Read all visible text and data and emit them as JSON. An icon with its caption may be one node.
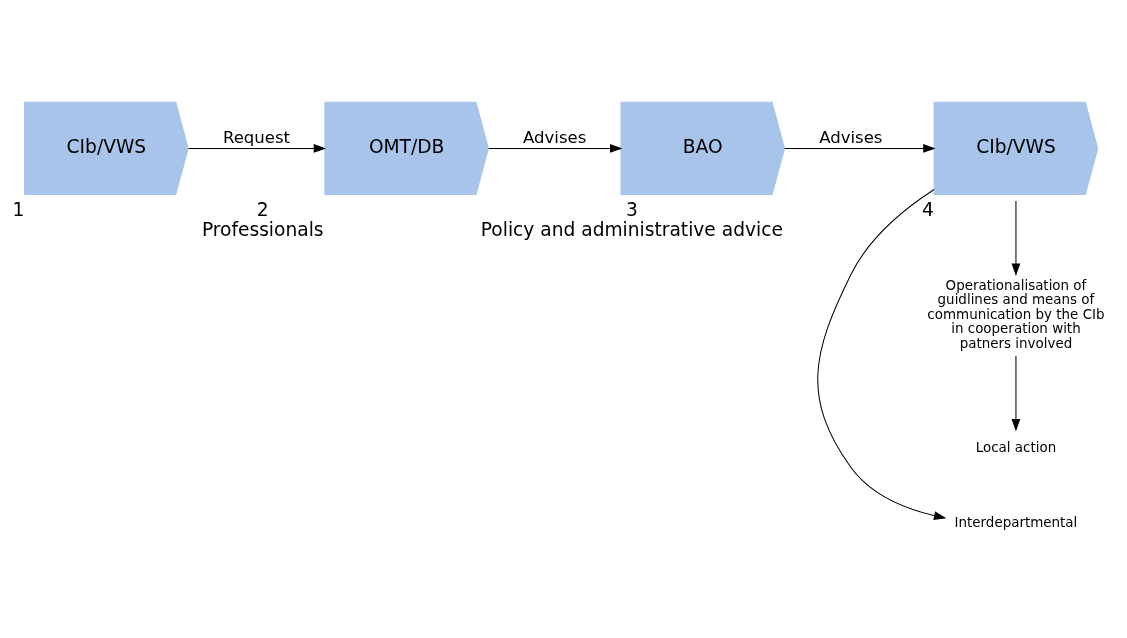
{
  "diagram": {
    "nodes": [
      {
        "text": [
          "CIb/VWS"
        ],
        "beside": [
          "1"
        ]
      },
      {
        "text": [
          "OMT/DB"
        ],
        "beside": [
          "2",
          "Professionals"
        ]
      },
      {
        "text": [
          "BAO"
        ],
        "beside": [
          "3",
          "Policy and administrative advice"
        ]
      },
      {
        "text": [
          "CIb/VWS"
        ],
        "beside": [
          "4"
        ]
      },
      {
        "text": [
          "Interdepartmental"
        ]
      },
      {
        "text": [
          "Operationalisation of guidlines and means of communication by the CIb in cooperation with patners involved"
        ]
      },
      {
        "text": [
          "Local action"
        ]
      }
    ],
    "edges": [
      {
        "from": 0,
        "to": 1,
        "arrow": "to",
        "label": "Request"
      },
      {
        "from": 1,
        "to": 2,
        "arrow": "to",
        "label": "Advises"
      },
      {
        "from": 2,
        "to": 3,
        "arrow": "to",
        "label": "Advises"
      },
      {
        "from": 3,
        "to": 4,
        "arrow": "to"
      },
      {
        "from": 3,
        "to": 5,
        "arrow": "to"
      },
      {
        "from": 5,
        "to": 6,
        "arrow": "to"
      }
    ]
  }
}
